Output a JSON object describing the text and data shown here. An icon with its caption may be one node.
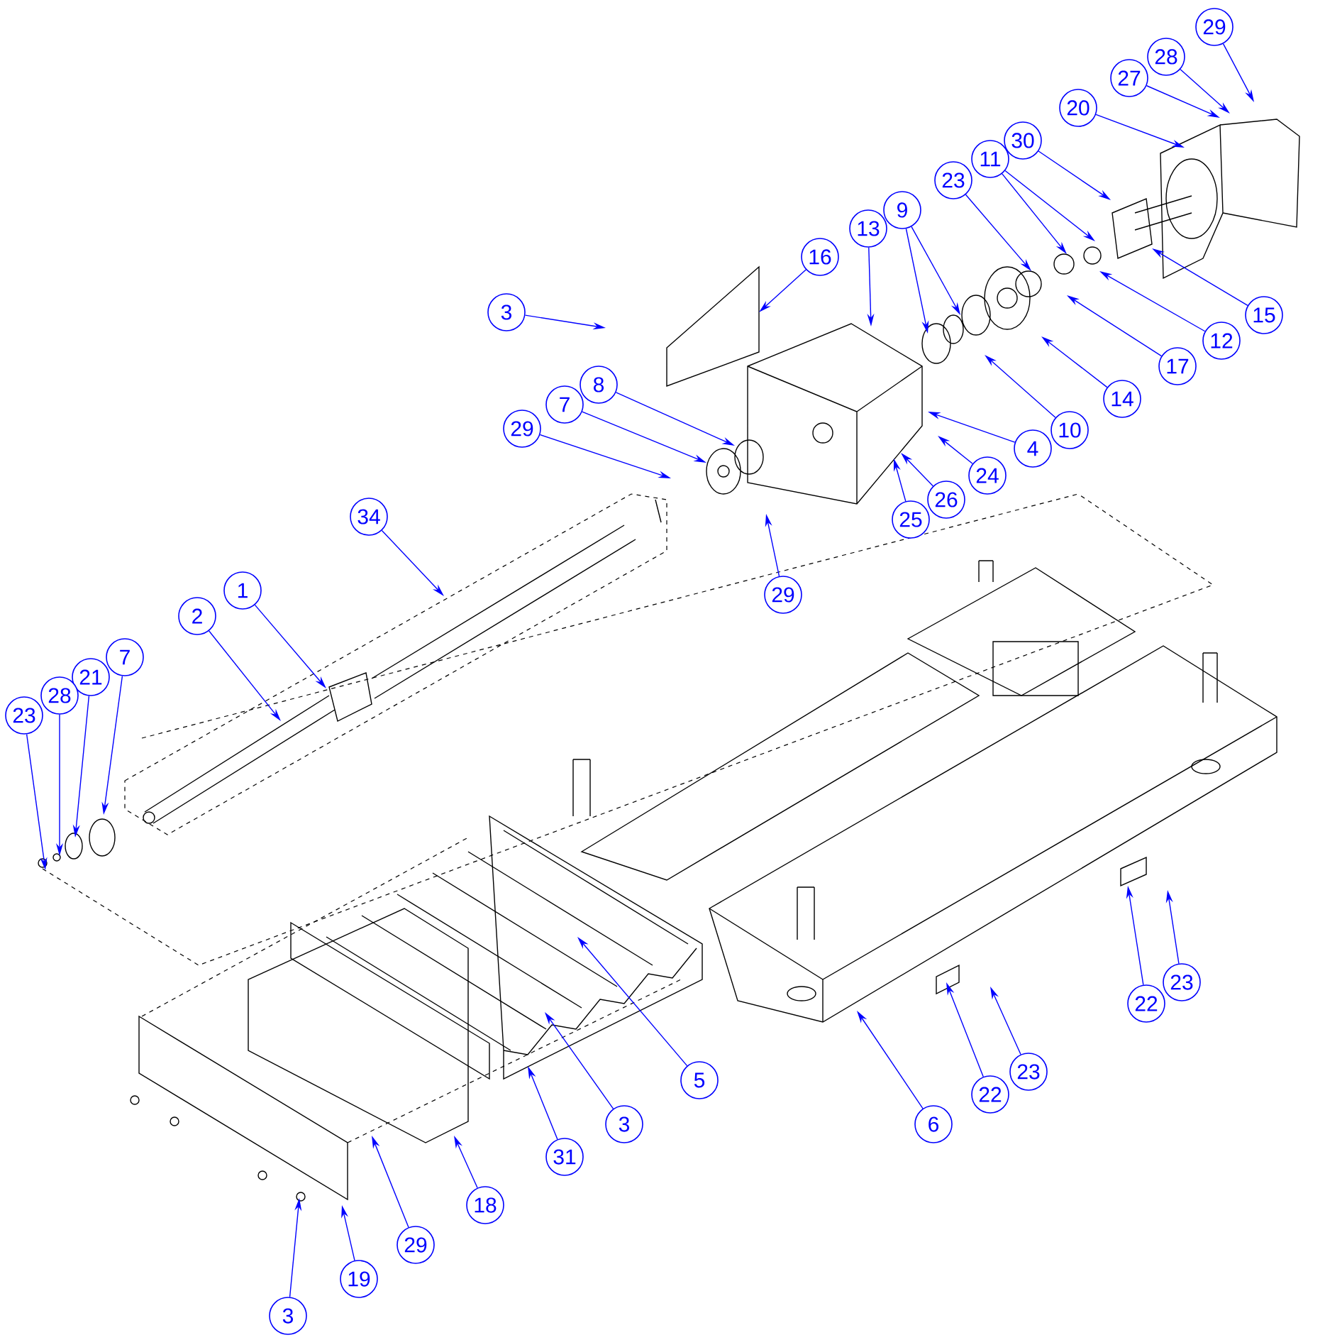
{
  "diagram": {
    "nodes": [
      {
        "text": [
          "29"
        ]
      },
      {
        "text": [
          "28"
        ]
      },
      {
        "text": [
          "27"
        ]
      },
      {
        "text": [
          "20"
        ]
      },
      {
        "text": [
          "30"
        ]
      },
      {
        "text": [
          "11"
        ]
      },
      {
        "text": [
          "23"
        ]
      },
      {
        "text": [
          "9"
        ]
      },
      {
        "text": [
          "13"
        ]
      },
      {
        "text": [
          "16"
        ]
      },
      {
        "text": [
          "3"
        ]
      },
      {
        "text": [
          "15"
        ]
      },
      {
        "text": [
          "12"
        ]
      },
      {
        "text": [
          "17"
        ]
      },
      {
        "text": [
          "8"
        ]
      },
      {
        "text": [
          "14"
        ]
      },
      {
        "text": [
          "7"
        ]
      },
      {
        "text": [
          "29"
        ]
      },
      {
        "text": [
          "10"
        ]
      },
      {
        "text": [
          "4"
        ]
      },
      {
        "text": [
          "24"
        ]
      },
      {
        "text": [
          "26"
        ]
      },
      {
        "text": [
          "34"
        ]
      },
      {
        "text": [
          "25"
        ]
      },
      {
        "text": [
          "1"
        ]
      },
      {
        "text": [
          "29"
        ]
      },
      {
        "text": [
          "2"
        ]
      },
      {
        "text": [
          "7"
        ]
      },
      {
        "text": [
          "21"
        ]
      },
      {
        "text": [
          "28"
        ]
      },
      {
        "text": [
          "23"
        ]
      },
      {
        "text": [
          "23"
        ]
      },
      {
        "text": [
          "22"
        ]
      },
      {
        "text": [
          "23"
        ]
      },
      {
        "text": [
          "5"
        ]
      },
      {
        "text": [
          "22"
        ]
      },
      {
        "text": [
          "3"
        ]
      },
      {
        "text": [
          "6"
        ]
      },
      {
        "text": [
          "31"
        ]
      },
      {
        "text": [
          "18"
        ]
      },
      {
        "text": [
          "29"
        ]
      },
      {
        "text": [
          "19"
        ]
      },
      {
        "text": [
          "3"
        ]
      }
    ],
    "edges": [
      {
        "from": 0,
        "to": null,
        "arrow": "to"
      },
      {
        "from": 1,
        "to": null,
        "arrow": "to"
      },
      {
        "from": 2,
        "to": null,
        "arrow": "to"
      },
      {
        "from": 3,
        "to": null,
        "arrow": "to"
      },
      {
        "from": 4,
        "to": null,
        "arrow": "to"
      },
      {
        "from": 5,
        "to": null,
        "arrow": "to"
      },
      {
        "from": 5,
        "to": null,
        "arrow": "to"
      },
      {
        "from": 6,
        "to": null,
        "arrow": "to"
      },
      {
        "from": 7,
        "to": null,
        "arrow": "to"
      },
      {
        "from": 7,
        "to": null,
        "arrow": "to"
      },
      {
        "from": 8,
        "to": null,
        "arrow": "to"
      },
      {
        "from": 9,
        "to": null,
        "arrow": "to"
      },
      {
        "from": 10,
        "to": null,
        "arrow": "to"
      },
      {
        "from": 11,
        "to": null,
        "arrow": "to"
      },
      {
        "from": 12,
        "to": null,
        "arrow": "to"
      },
      {
        "from": 13,
        "to": null,
        "arrow": "to"
      },
      {
        "from": 14,
        "to": null,
        "arrow": "to"
      },
      {
        "from": 15,
        "to": null,
        "arrow": "to"
      },
      {
        "from": 16,
        "to": null,
        "arrow": "to"
      },
      {
        "from": 17,
        "to": null,
        "arrow": "to"
      },
      {
        "from": 18,
        "to": null,
        "arrow": "to"
      },
      {
        "from": 19,
        "to": null,
        "arrow": "to"
      },
      {
        "from": 20,
        "to": null,
        "arrow": "to"
      },
      {
        "from": 21,
        "to": null,
        "arrow": "to"
      },
      {
        "from": 22,
        "to": null,
        "arrow": "to"
      },
      {
        "from": 23,
        "to": null,
        "arrow": "to"
      },
      {
        "from": 24,
        "to": null,
        "arrow": "to"
      },
      {
        "from": 25,
        "to": null,
        "arrow": "to"
      },
      {
        "from": 26,
        "to": null,
        "arrow": "to"
      },
      {
        "from": 27,
        "to": null,
        "arrow": "to"
      },
      {
        "from": 28,
        "to": null,
        "arrow": "to"
      },
      {
        "from": 29,
        "to": null,
        "arrow": "to"
      },
      {
        "from": 30,
        "to": null,
        "arrow": "to"
      },
      {
        "from": 31,
        "to": null,
        "arrow": "to"
      },
      {
        "from": 32,
        "to": null,
        "arrow": "to"
      },
      {
        "from": 33,
        "to": null,
        "arrow": "to"
      },
      {
        "from": 34,
        "to": null,
        "arrow": "to"
      },
      {
        "from": 35,
        "to": null,
        "arrow": "to"
      },
      {
        "from": 36,
        "to": null,
        "arrow": "to"
      },
      {
        "from": 37,
        "to": null,
        "arrow": "to"
      },
      {
        "from": 38,
        "to": null,
        "arrow": "to"
      },
      {
        "from": 39,
        "to": null,
        "arrow": "to"
      },
      {
        "from": 40,
        "to": null,
        "arrow": "to"
      },
      {
        "from": 41,
        "to": null,
        "arrow": "to"
      },
      {
        "from": 42,
        "to": null,
        "arrow": "to"
      }
    ]
  }
}
